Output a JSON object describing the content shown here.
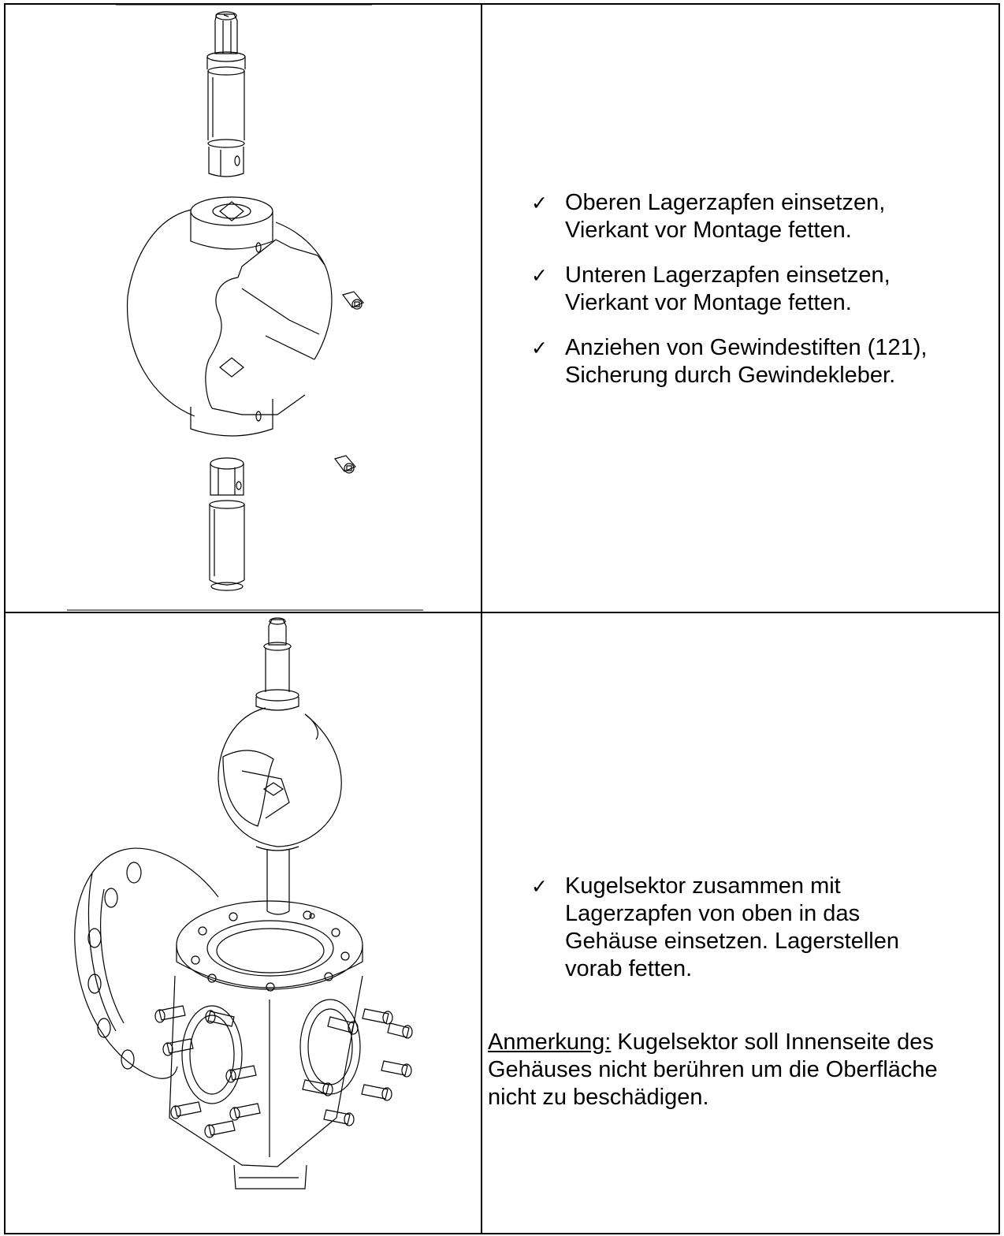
{
  "section1": {
    "steps": [
      {
        "line1": "Oberen Lagerzapfen einsetzen,",
        "line2": "Vierkant vor Montage fetten."
      },
      {
        "line1": "Unteren Lagerzapfen einsetzen,",
        "line2": "Vierkant vor Montage fetten."
      },
      {
        "line1": "Anziehen von Gewindestiften (121),",
        "line2": "Sicherung durch Gewindekleber."
      }
    ]
  },
  "section2": {
    "steps": [
      {
        "line1": "Kugelsektor zusammen mit",
        "line2": "Lagerzapfen von oben in das",
        "line3": "Gehäuse einsetzen. Lagerstellen",
        "line4": "vorab fetten."
      }
    ],
    "note": {
      "label": "Anmerkung:",
      "line1_rest": " Kugelsektor soll Innenseite des",
      "line2": "Gehäuses nicht berühren um die Oberfläche",
      "line3": "nicht zu beschädigen."
    }
  },
  "icons": {
    "bullet": "check-mark-icon"
  },
  "colors": {
    "ink": "#000000",
    "paper": "#ffffff"
  }
}
